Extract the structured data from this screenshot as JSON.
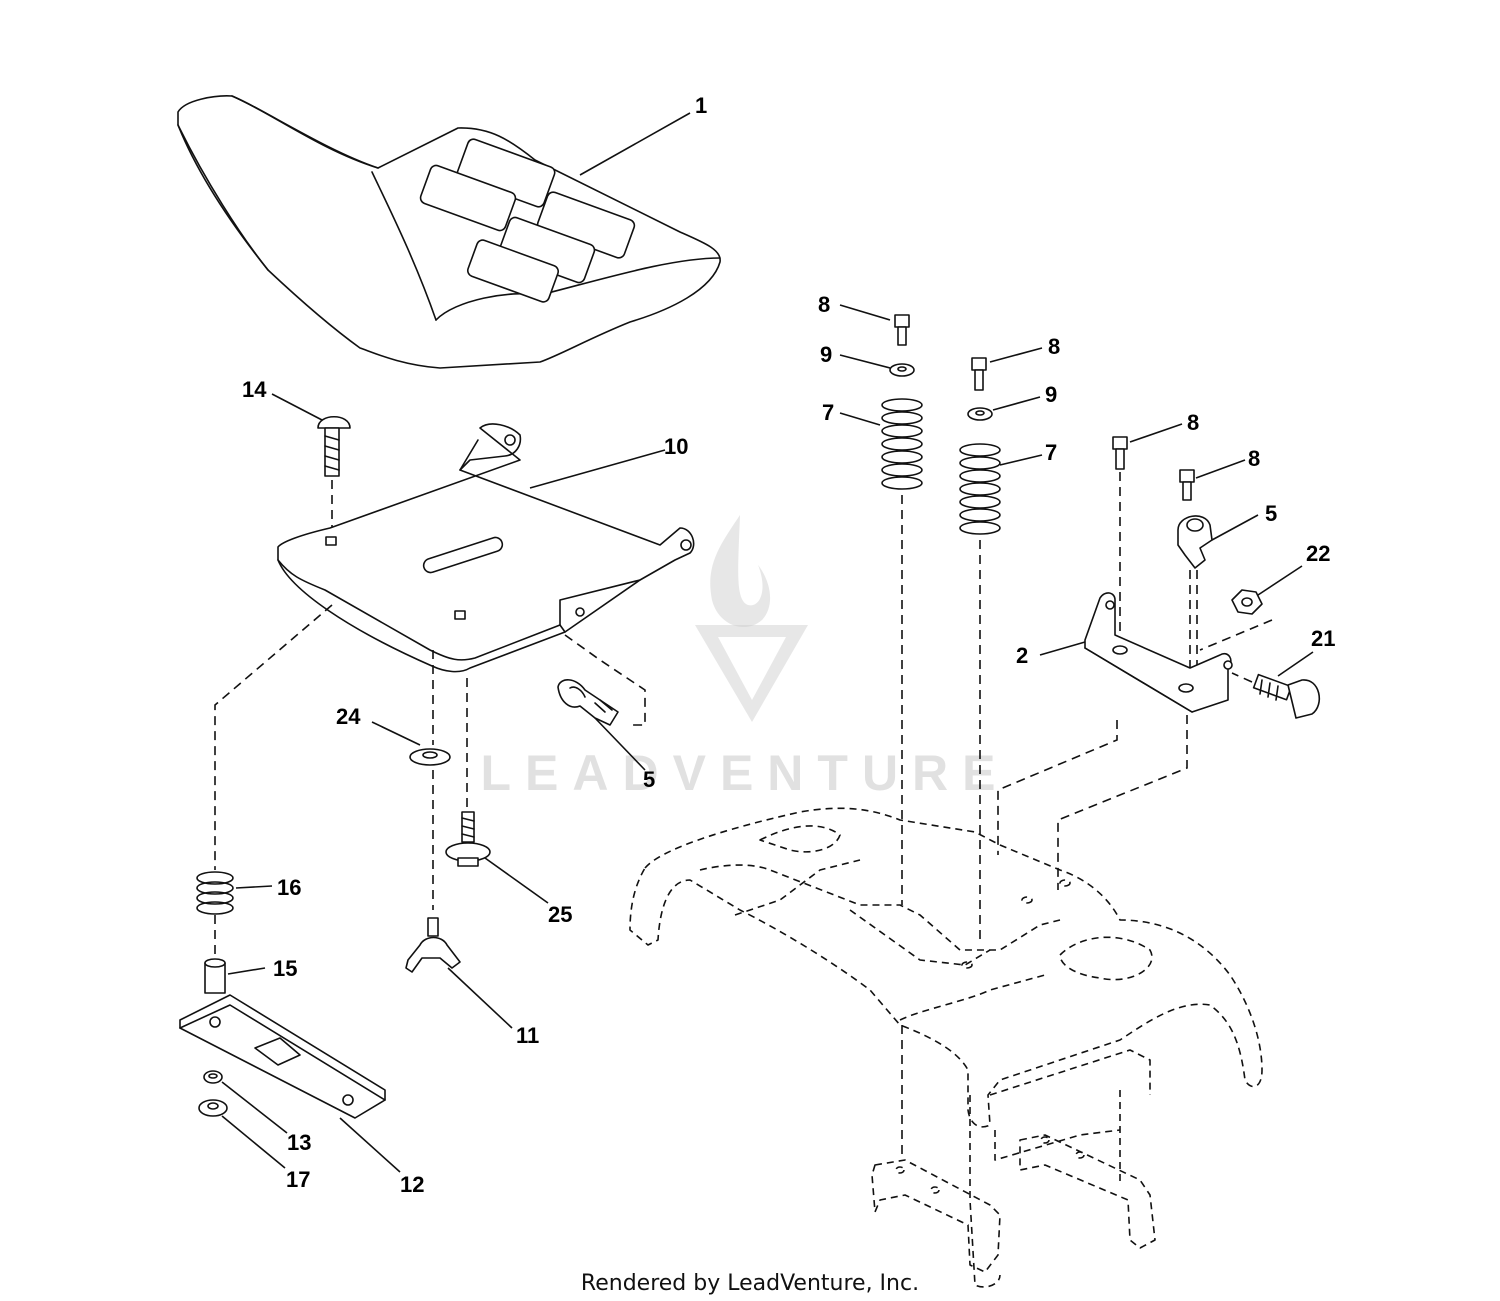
{
  "callouts": {
    "c1": "1",
    "c14": "14",
    "c10": "10",
    "c24": "24",
    "c5a": "5",
    "c25": "25",
    "c16": "16",
    "c15": "15",
    "c11": "11",
    "c13": "13",
    "c12": "12",
    "c17": "17",
    "c8a": "8",
    "c9a": "9",
    "c7a": "7",
    "c8b": "8",
    "c9b": "9",
    "c7b": "7",
    "c8c": "8",
    "c8d": "8",
    "c5b": "5",
    "c22": "22",
    "c2": "2",
    "c21": "21"
  },
  "watermark": {
    "text": "LEADVENTURE"
  },
  "footer": {
    "text": "Rendered by LeadVenture, Inc."
  }
}
